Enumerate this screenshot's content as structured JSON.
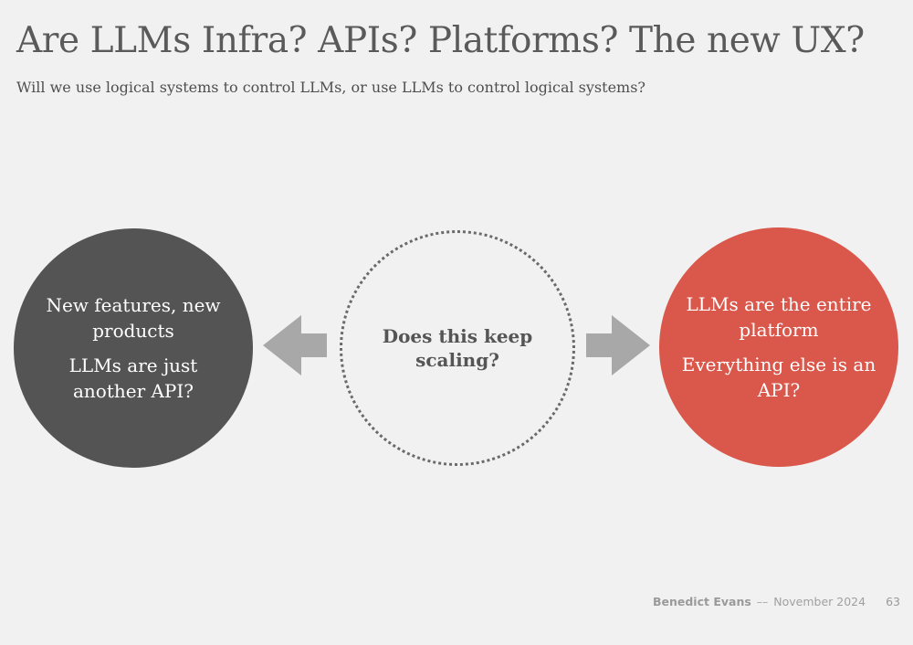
{
  "slide": {
    "title": "Are LLMs Infra? APIs? Platforms? The new UX?",
    "subtitle": "Will we use logical systems to control LLMs, or use LLMs to control logical systems?"
  },
  "diagram": {
    "left": {
      "line1": "New features, new products",
      "line2": "LLMs are just another API?",
      "color": "#545454"
    },
    "center": {
      "text": "Does this keep scaling?"
    },
    "right": {
      "line1": "LLMs are the entire platform",
      "line2": "Everything else is an API?",
      "color": "#d9574b"
    },
    "arrow_color": "#a8a8a8"
  },
  "footer": {
    "author": "Benedict Evans",
    "separator": "––",
    "date": "November 2024",
    "page": "63"
  }
}
